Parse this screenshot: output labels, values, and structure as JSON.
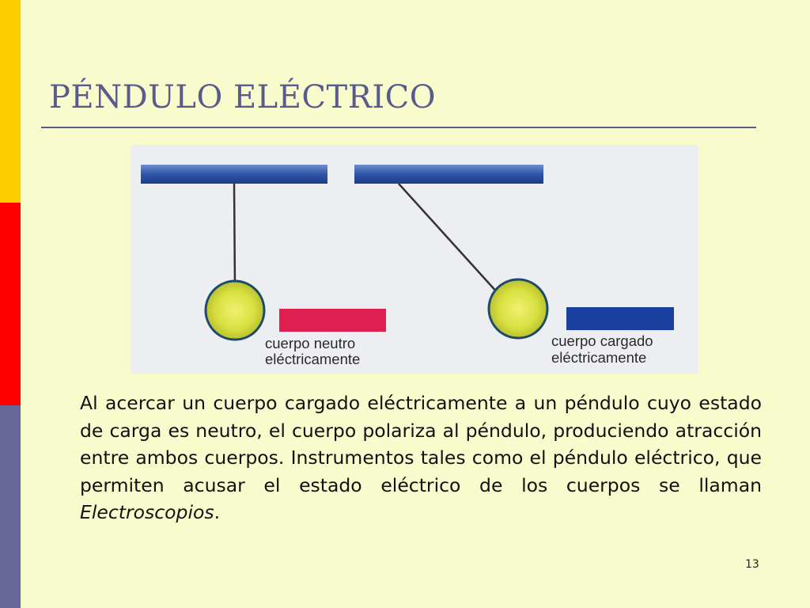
{
  "slide": {
    "title": "PÉNDULO ELÉCTRICO",
    "page_number": "13",
    "accent_colors": [
      "#ffcc00",
      "#ff0000",
      "#666699"
    ],
    "title_color": "#5a5a8c",
    "background": "#f8fccc"
  },
  "figure": {
    "left_label_line1": "cuerpo neutro",
    "left_label_line2": "eléctricamente",
    "right_label_line1": "cuerpo cargado",
    "right_label_line2": "eléctricamente",
    "neutral_body_color": "#e02050",
    "charged_body_color": "#1b3fa0",
    "support_color": "#2f56a8",
    "sphere_color": "#d8e040"
  },
  "paragraph": {
    "main": "Al acercar un cuerpo cargado eléctricamente a un péndulo cuyo estado de carga es neutro, el cuerpo polariza al péndulo, produciendo atracción entre ambos cuerpos. Instrumentos tales como el péndulo eléctrico, que permiten acusar el estado eléctrico de los cuerpos se llaman",
    "term": "Electroscopios",
    "end": "."
  }
}
